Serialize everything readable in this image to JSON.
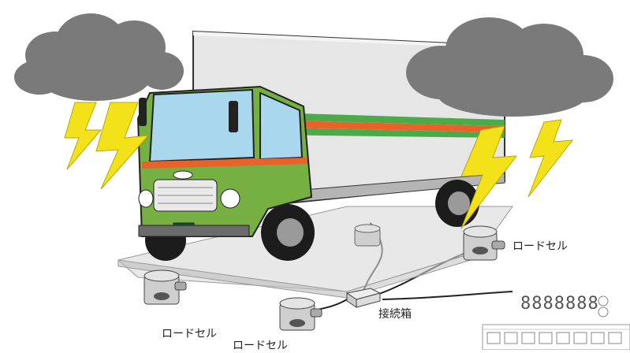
{
  "labels": {
    "load_cell_right": "ロードセル",
    "junction_box": "接続箱",
    "load_cell_bottom_left": "ロードセル",
    "load_cell_bottom_center": "ロードセル"
  },
  "indicator": {
    "display": "8888888"
  },
  "colors": {
    "truck_body": "#76b043",
    "cargo_box": "#e6e6e6",
    "stripe_green": "#4cab49",
    "stripe_orange": "#e8622a",
    "cloud": "#7a7a7a",
    "lightning": "#f3e21a",
    "platform": "#cfcfcf",
    "load_cell": "#bdbdbd"
  }
}
